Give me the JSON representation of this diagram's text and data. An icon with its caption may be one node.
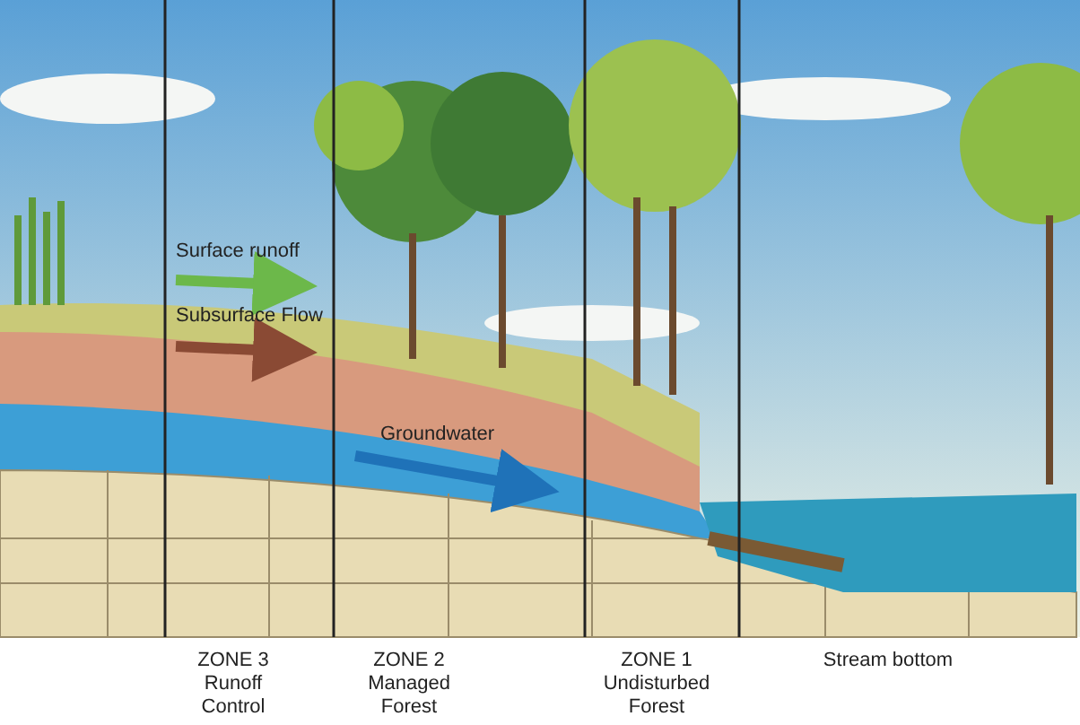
{
  "diagram": {
    "labels": [
      "Surface runoff",
      "Subsurface Flow",
      "Groundwater",
      "ZONE 3 Runoff Control",
      "ZONE 2 Managed Forest",
      "ZONE 1 Undisturbed Forest",
      "Stream bottom"
    ]
  }
}
